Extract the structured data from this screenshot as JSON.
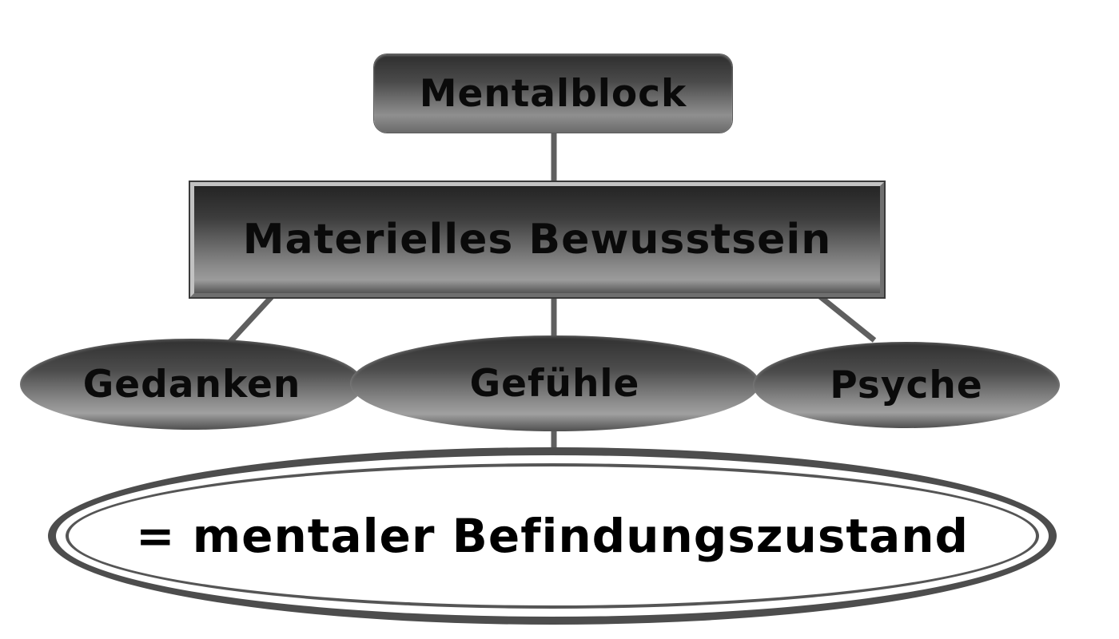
{
  "diagram": {
    "title_box": {
      "label": "Mentalblock"
    },
    "main_box": {
      "label": "Materielles Bewusstsein"
    },
    "nodes": [
      {
        "label": "Gedanken"
      },
      {
        "label": "Gefühle"
      },
      {
        "label": "Psyche"
      }
    ],
    "result": {
      "label": "= mentaler Befindungszustand"
    },
    "colors": {
      "shape_dark": "#2e2e2e",
      "shape_mid": "#8f8f8f",
      "connector": "#5f5f5f",
      "result_border": "#4d4d4d",
      "text": "#0a0a0a",
      "background": "#ffffff"
    }
  }
}
